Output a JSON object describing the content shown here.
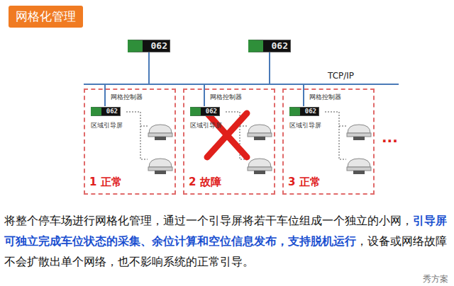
{
  "diagram": {
    "title": "网格化管理",
    "nodes": [
      {
        "text": [
          "网格控制器",
          "区域引导屏",
          "1 正常"
        ]
      },
      {
        "text": [
          "网格控制器",
          "区域引导屏",
          "2 故障"
        ]
      },
      {
        "text": [
          "网格控制器",
          "区域引导屏",
          "3 正常"
        ]
      }
    ],
    "labels": [
      "TCP/IP",
      "...",
      "062",
      "062",
      "062",
      "062",
      "062",
      "将整个停车场进行网格化管理，通过一个引导屏将若干车位组成一个独立的小网，",
      "引导屏可独立完成车位状态的采集、余位计算和空位信息发布，支持脱机运行",
      "，设备或网络故障不会扩散出单个网络，也不影响系统的正常引导。",
      "秀方案"
    ]
  }
}
